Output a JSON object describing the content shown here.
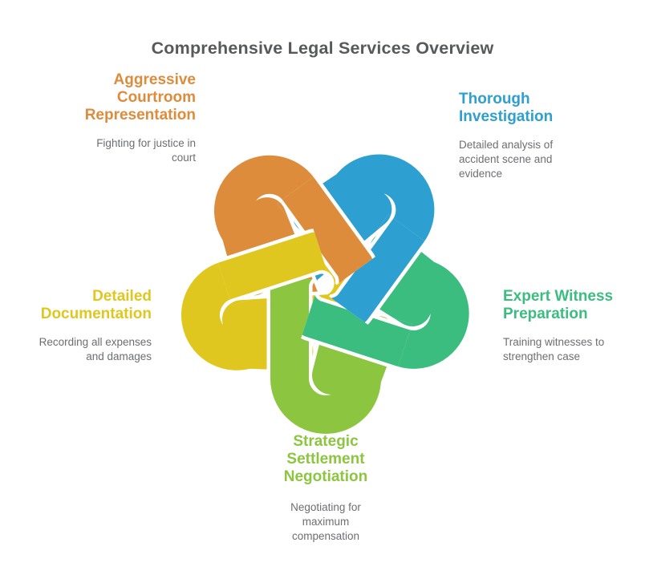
{
  "title": "Comprehensive Legal Services Overview",
  "colors": {
    "background": "#ffffff",
    "title_text": "#58595b",
    "description_text": "#6d6e71",
    "knot_outline": "#ffffff"
  },
  "services": [
    {
      "id": "courtroom",
      "color": "#dd8c3c",
      "title_lines": [
        "Aggressive",
        "Courtroom",
        "Representation"
      ],
      "description_lines": [
        "Fighting for justice in",
        "court"
      ]
    },
    {
      "id": "investigation",
      "color": "#2d9fd1",
      "title_lines": [
        "Thorough",
        "Investigation"
      ],
      "description_lines": [
        "Detailed analysis of",
        "accident scene and",
        "evidence"
      ]
    },
    {
      "id": "witness",
      "color": "#3cbd80",
      "title_lines": [
        "Expert Witness",
        "Preparation"
      ],
      "description_lines": [
        "Training witnesses to",
        "strengthen case"
      ]
    },
    {
      "id": "settlement",
      "color": "#8cc540",
      "title_lines": [
        "Strategic",
        "Settlement",
        "Negotiation"
      ],
      "description_lines": [
        "Negotiating for",
        "maximum",
        "compensation"
      ]
    },
    {
      "id": "documentation",
      "color": "#e0c71f",
      "title_lines": [
        "Detailed",
        "Documentation"
      ],
      "description_lines": [
        "Recording all expenses",
        "and damages"
      ]
    }
  ]
}
